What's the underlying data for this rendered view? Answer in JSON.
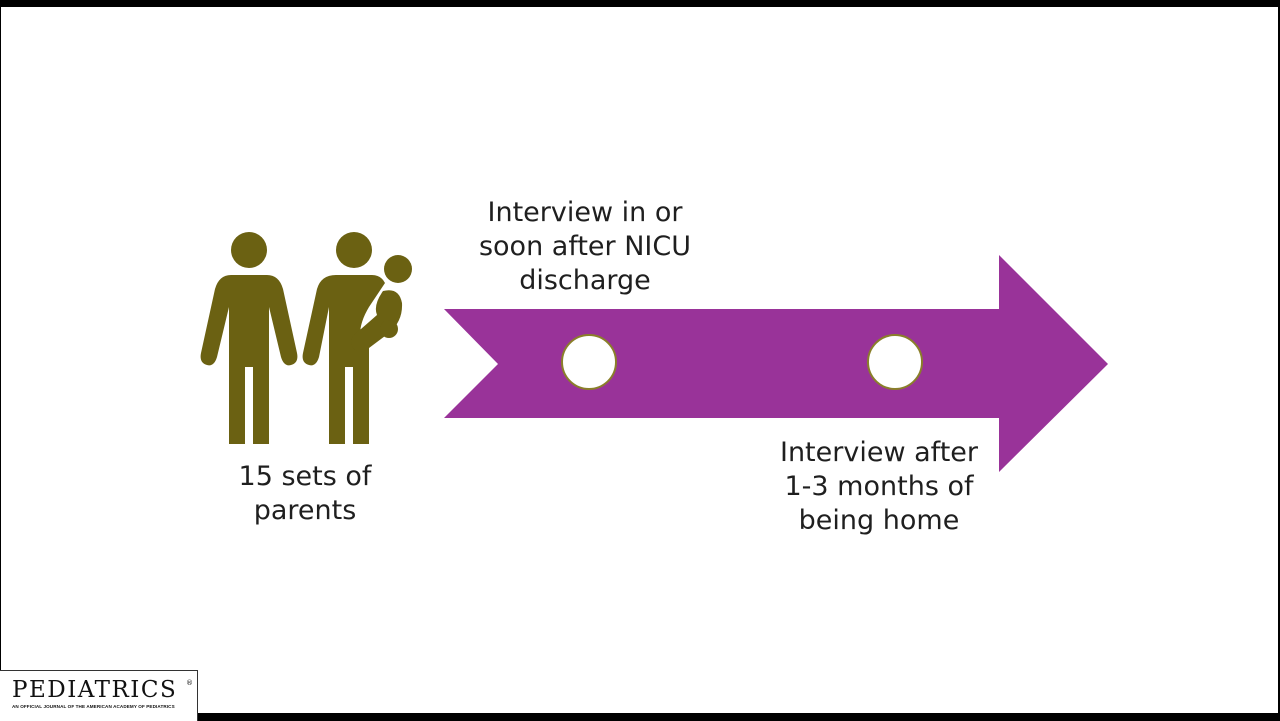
{
  "colors": {
    "figure": "#6b6112",
    "arrow": "#993399",
    "marker_fill": "#ffffff",
    "marker_stroke": "#8a7f2a",
    "text": "#1f1f1f"
  },
  "parents": {
    "icon": "parents-with-baby-icon",
    "label": "15 sets of\nparents"
  },
  "timeline": {
    "icon": "arrow-icon",
    "milestones": [
      {
        "label": "Interview in or\nsoon after NICU\ndischarge"
      },
      {
        "label": "Interview after\n1-3 months of\nbeing home"
      }
    ]
  },
  "logo": {
    "title": "PEDIATRICS",
    "registered": "®",
    "subtitle": "AN OFFICIAL JOURNAL OF THE AMERICAN ACADEMY OF PEDIATRICS"
  }
}
